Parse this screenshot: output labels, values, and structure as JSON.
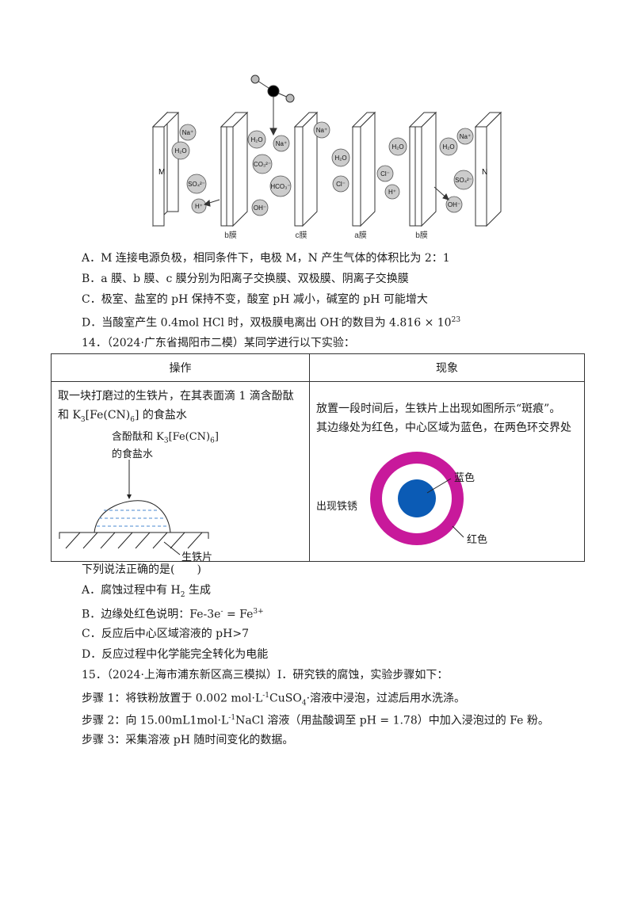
{
  "membrane_figure": {
    "electrode_left": "M",
    "electrode_right": "N",
    "membranes": [
      "b膜",
      "c膜",
      "a膜",
      "b膜"
    ],
    "ions": {
      "room1": [
        "Na⁺",
        "H₂O",
        "SO₄²⁻",
        "H⁺"
      ],
      "room2": [
        "H₂O",
        "Na⁺",
        "CO₃²⁻",
        "HCO₃⁻",
        "OH⁻"
      ],
      "room3": [
        "Na⁺",
        "H₂O",
        "Cl⁻"
      ],
      "room4": [
        "H₂O",
        "Cl⁻",
        "H⁺"
      ],
      "room5": [
        "H₂O",
        "Na⁺",
        "SO₄²⁻",
        "OH⁻"
      ]
    }
  },
  "q13_options": {
    "A": "A．M 连接电源负极，相同条件下，电极 M，N 产生气体的体积比为 2：1",
    "B": "B．a 膜、b 膜、c 膜分别为阳离子交换膜、双极膜、阴离子交换膜",
    "C": "C．极室、盐室的 pH 保持不变，酸室 pH 减小，碱室的 pH 可能增大",
    "D_pre": "D．当酸室产生 0.4mol HCl 时，双极膜电离出 OH",
    "D_sup": "-",
    "D_mid": "的数目为 4.816 × 10",
    "D_exp": "23"
  },
  "q14": {
    "header": "14．（2024·广东省揭阳市二模）某同学进行以下实验：",
    "table_head_op": "操作",
    "table_head_ph": "现象",
    "op_line1": "取一块打磨过的生铁片，在其表面滴 1 滴含酚酞",
    "op_line2_pre": "和 K",
    "op_line2_sub": "3",
    "op_line2_post": "[Fe(CN)",
    "op_line2_sub2": "6",
    "op_line2_end": "] 的食盐水",
    "fig_label1_pre": "含酚酞和 K",
    "fig_label1_sub": "3",
    "fig_label1_mid": "[Fe(CN)",
    "fig_label1_sub2": "6",
    "fig_label1_end": "]",
    "fig_label2": "的食盐水",
    "fig_label3": "生铁片",
    "ph_line1": "放置一段时间后，生铁片上出现如图所示“斑痕”。",
    "ph_line2": "其边缘处为红色，中心区域为蓝色，在两色环交界处",
    "ph_label_blue": "蓝色",
    "ph_label_rust": "出现铁锈",
    "ph_label_red": "红色",
    "question": "下列说法正确的是(　　)",
    "A_pre": "A．腐蚀过程中有 H",
    "A_sub": "2",
    "A_post": " 生成",
    "B_pre": "B．边缘处红色说明：Fe-3e",
    "B_sup": "-",
    "B_mid": " = Fe",
    "B_sup2": "3+",
    "C": "C．反应后中心区域溶液的 pH>7",
    "D": "D．反应过程中化学能完全转化为电能"
  },
  "q15": {
    "header": "15．（2024·上海市浦东新区高三模拟）Ⅰ．研究铁的腐蚀，实验步骤如下：",
    "step1_pre": "步骤 1：将铁粉放置于 0.002  mol·L",
    "step1_sup": "-1",
    "step1_mid": "CuSO",
    "step1_sub": "4",
    "step1_end": "·溶液中浸泡，过滤后用水洗涤。",
    "step2_pre": "步骤 2：向 15.00mL1mol·L",
    "step2_sup": "-1",
    "step2_end": "NaCl 溶液（用盐酸调至 pH = 1.78）中加入浸泡过的 Fe 粉。",
    "step3": "步骤 3：采集溶液 pH 随时间变化的数据。"
  },
  "colors": {
    "ring_red": "#c8199b",
    "center_blue": "#0b5bb5",
    "droplet_dash": "#4a8ad1"
  }
}
